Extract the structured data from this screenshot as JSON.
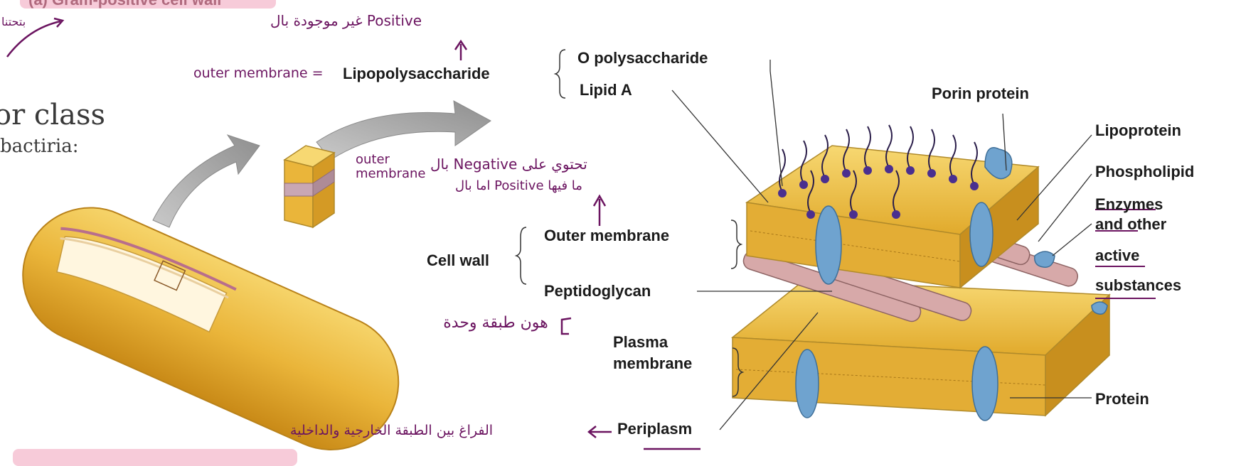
{
  "header_cut": "(a) Gram-positive cell wall",
  "side_notes": {
    "hand1": "or class",
    "hand2": "bactiria:",
    "arabic_corner": "بتحتنا"
  },
  "annotations": {
    "not_in_positive": "غير موجودة بال Positive",
    "outer_membrane_eq": "outer membrane =",
    "outer_membrane_note_en": "outer membrane",
    "negative_contains": "بال Negative تحتوي على",
    "positive_lacks": "اما بال Positive ما فيها",
    "one_layer": "هون طبقة وحدة",
    "space_between": "الفراغ بين الطبقة الخارجية والداخلية"
  },
  "labels": {
    "lps": "Lipopolysaccharide",
    "o_poly": "O polysaccharide",
    "lipid_a": "Lipid A",
    "porin": "Porin protein",
    "lipoprotein": "Lipoprotein",
    "phospholipid": "Phospholipid",
    "enzymes": [
      "Enzymes",
      "and other",
      "active",
      "substances"
    ],
    "cell_wall": "Cell wall",
    "outer_membrane": "Outer membrane",
    "peptidoglycan": "Peptidoglycan",
    "plasma": [
      "Plasma",
      "membrane"
    ],
    "protein": "Protein",
    "periplasm": "Periplasm"
  },
  "colors": {
    "membrane_yellow": "#f2c94c",
    "membrane_dark": "#d9a521",
    "protein_blue": "#6fa3cf",
    "peptido_pink": "#d7a9a9",
    "lps_purple": "#4a2f8f",
    "annotation_purple": "#6b1460",
    "highlight_pink": "#f7cbd9"
  }
}
